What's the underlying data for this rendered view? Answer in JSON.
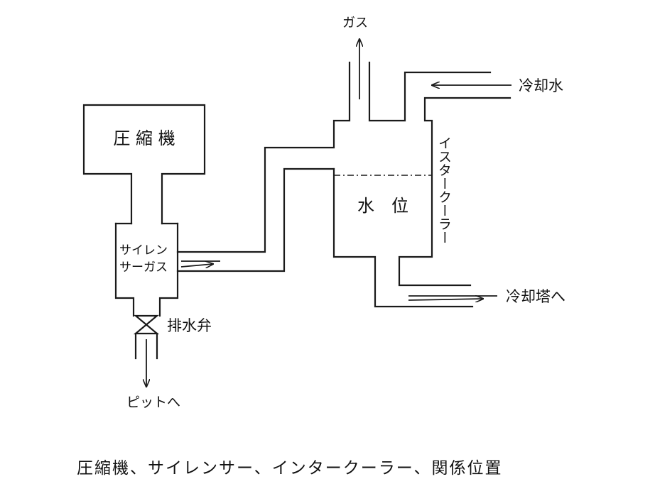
{
  "labels": {
    "compressor": "圧 縮 機",
    "silencer_line1": "サイレン",
    "silencer_line2": "サーガス",
    "drain_valve": "排水弁",
    "to_pit": "ピットへ",
    "gas": "ガス",
    "cooling_water": "冷却水",
    "intercooler": "イスタークーラー",
    "water_level": "水　位",
    "to_cooling_tower": "冷却塔へ"
  },
  "caption": "圧縮機、サイレンサー、インタークーラー、関係位置"
}
